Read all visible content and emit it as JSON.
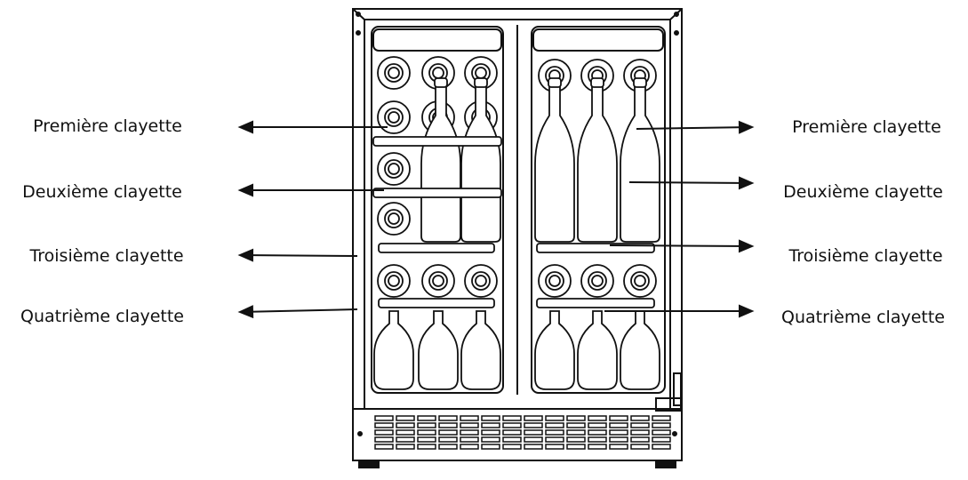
{
  "left_labels": [
    "Première clayette",
    "Deuxième clayette",
    "Troisième clayette",
    "Quatrième clayette"
  ],
  "right_labels": [
    "Première clayette",
    "Deuxième clayette",
    "Troisième clayette",
    "Quatrième clayette"
  ],
  "colors": {
    "stroke": "#111111",
    "background": "#ffffff",
    "bottle_fill": "#ffffff"
  },
  "icons": {
    "arrow": "arrow-icon",
    "bottle_lying": "bottle-end-icon",
    "bottle_standing": "bottle-icon"
  }
}
